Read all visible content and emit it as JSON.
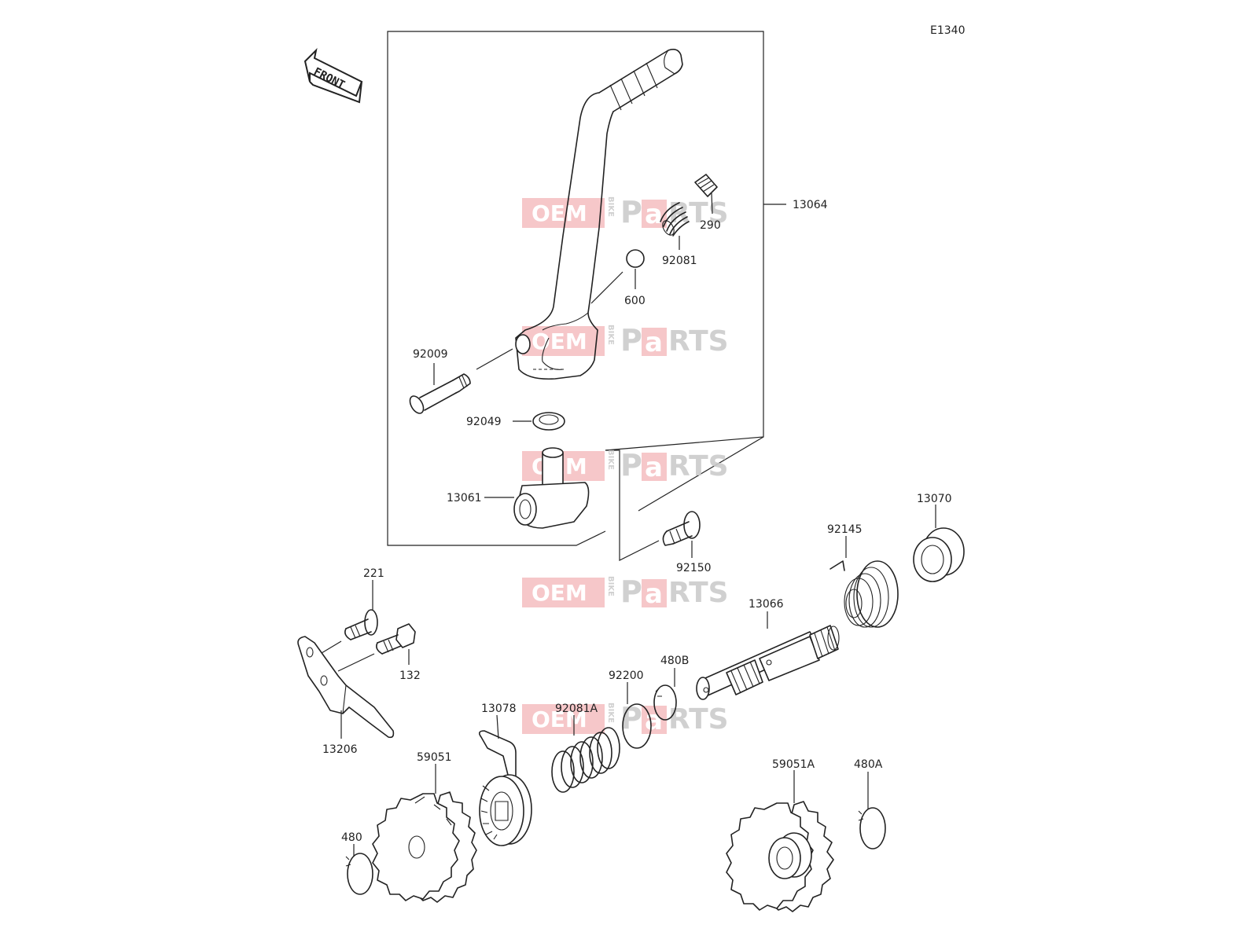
{
  "diagram_code": "E1340",
  "front_label": "FRONT",
  "watermark": {
    "part1": "OEM",
    "part2": "BIKE",
    "part3": "P",
    "part4": "a",
    "part5": "RTS"
  },
  "labels": {
    "p13064": "13064",
    "p290": "290",
    "p92081": "92081",
    "p600": "600",
    "p92009": "92009",
    "p92049": "92049",
    "p13061": "13061",
    "p92150": "92150",
    "p13070": "13070",
    "p92145": "92145",
    "p13066": "13066",
    "p221": "221",
    "p132": "132",
    "p13206": "13206",
    "p480B": "480B",
    "p92200": "92200",
    "p13078": "13078",
    "p92081A": "92081A",
    "p59051": "59051",
    "p59051A": "59051A",
    "p480A": "480A",
    "p480": "480"
  }
}
